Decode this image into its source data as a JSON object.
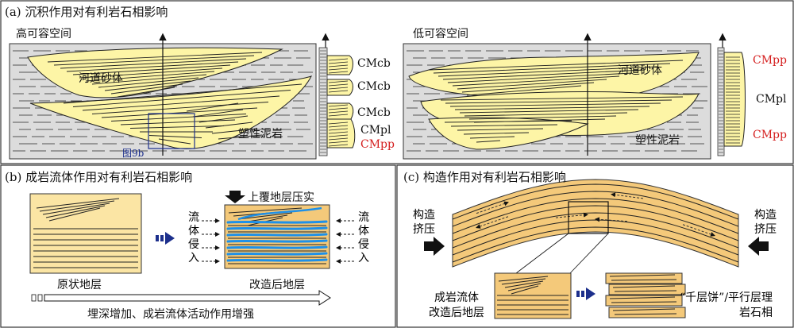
{
  "panels": {
    "a": {
      "title": "(a) 沉积作用对有利岩石相影响",
      "left": {
        "subtitle": "高可容空间",
        "channel_label": "河道砂体",
        "mudstone_label": "塑性泥岩",
        "figref_label": "图9b",
        "column_labels": [
          "CMcb",
          "CMcb",
          "CMcb",
          "CMpl",
          "CMpp"
        ]
      },
      "right": {
        "subtitle": "低可容空间",
        "channel_label": "河道砂体",
        "mudstone_label": "塑性泥岩",
        "column_labels": [
          "CMpp",
          "CMpl",
          "CMpp"
        ]
      }
    },
    "b": {
      "title": "(b) 成岩流体作用对有利岩石相影响",
      "compaction_label": "上覆地层压实",
      "fluid_left_label": [
        "流",
        "体",
        "侵",
        "入"
      ],
      "fluid_right_label": [
        "流",
        "体",
        "侵",
        "入"
      ],
      "original_label": "原状地层",
      "modified_label": "改造后地层",
      "burial_label": "埋深增加、成岩流体活动作用增强"
    },
    "c": {
      "title": "(c) 构造作用对有利岩石相影响",
      "compression_left_label": [
        "构造",
        "挤压"
      ],
      "compression_right_label": [
        "构造",
        "挤压"
      ],
      "modified_label": [
        "成岩流体",
        "改造后地层"
      ],
      "result_label": [
        "“千层饼”/平行层理",
        "岩石相"
      ]
    }
  },
  "colors": {
    "sand_yellow": "#fdf5a6",
    "mud_gray": "#dcdcdc",
    "block_orange": "#f4c97a",
    "original_block": "#fbe5a4",
    "fluid_blue": "#1e90e8",
    "label_red": "#d41c1c",
    "arrow_navy": "#1c2f8c"
  }
}
